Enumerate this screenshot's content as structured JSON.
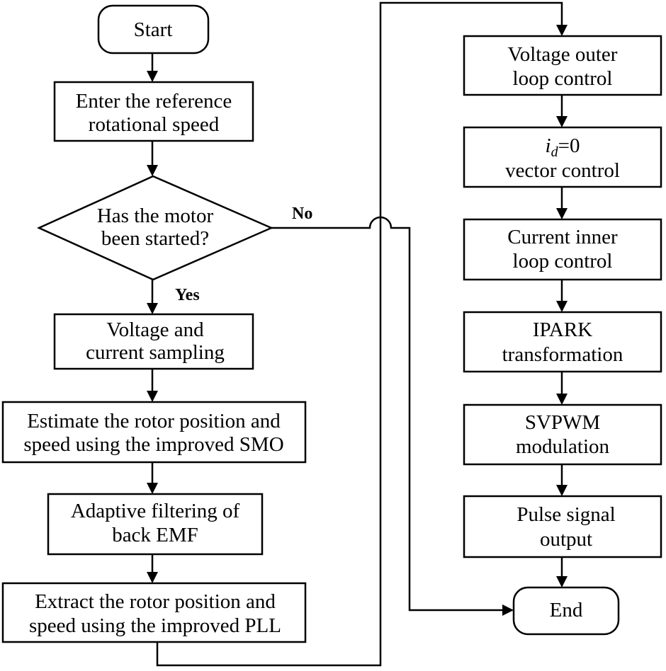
{
  "nodes": {
    "start": "Start",
    "enter_speed": [
      "Enter the reference",
      "rotational speed"
    ],
    "decision": [
      "Has the motor",
      "been started?"
    ],
    "sampling": [
      "Voltage and",
      "current sampling"
    ],
    "estimate": [
      "Estimate the rotor position and",
      "speed using the improved  SMO"
    ],
    "adaptive": [
      "Adaptive filtering of",
      "back EMF"
    ],
    "extract": [
      "Extract the rotor position and",
      "speed  using the improved PLL"
    ],
    "voltage_outer": [
      "Voltage outer",
      "loop control"
    ],
    "id_zero": {
      "var": "i",
      "sub": "d",
      "rest": "=0",
      "line2": "vector control"
    },
    "current_inner": [
      "Current inner",
      "loop control"
    ],
    "ipark": [
      "IPARK",
      "transformation"
    ],
    "svpwm": [
      "SVPWM",
      "modulation"
    ],
    "pulse": [
      "Pulse signal",
      "output"
    ],
    "end": "End"
  },
  "labels": {
    "no": "No",
    "yes": "Yes"
  }
}
